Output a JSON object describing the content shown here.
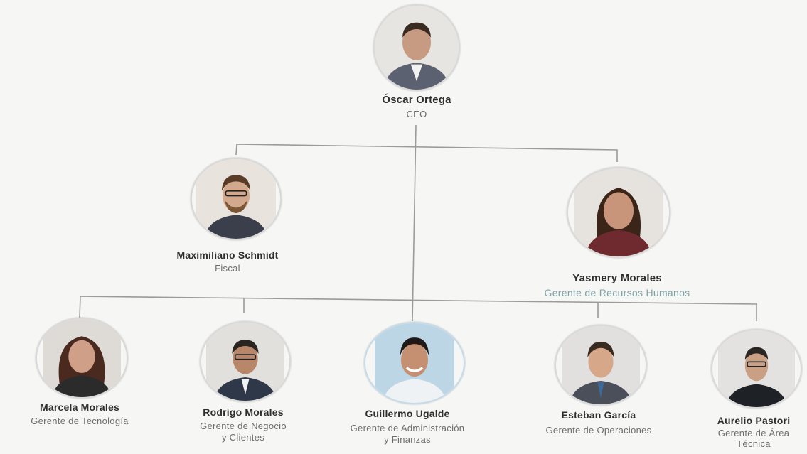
{
  "org_chart": {
    "ceo": {
      "name": "Óscar Ortega",
      "role": "CEO"
    },
    "level2": [
      {
        "name": "Maximiliano Schmidt",
        "role": "Fiscal"
      },
      {
        "name": "Yasmery Morales",
        "role": "Gerente de Recursos Humanos"
      }
    ],
    "level3": [
      {
        "name": "Marcela Morales",
        "role": "Gerente de Tecnología"
      },
      {
        "name": "Rodrigo Morales",
        "role": "Gerente de Negocio\ny Clientes"
      },
      {
        "name": "Guillermo Ugalde",
        "role": "Gerente de Administración\ny Finanzas"
      },
      {
        "name": "Esteban García",
        "role": "Gerente de Operaciones"
      },
      {
        "name": "Aurelio Pastori",
        "role": "Gerente de Área\nTécnica"
      }
    ]
  },
  "colors": {
    "background": "#f6f6f4",
    "connector": "#9b9b9b",
    "name_text": "#2e2e2e",
    "role_text": "#6d6d6d",
    "highlight_role": "#7ea1a6"
  }
}
